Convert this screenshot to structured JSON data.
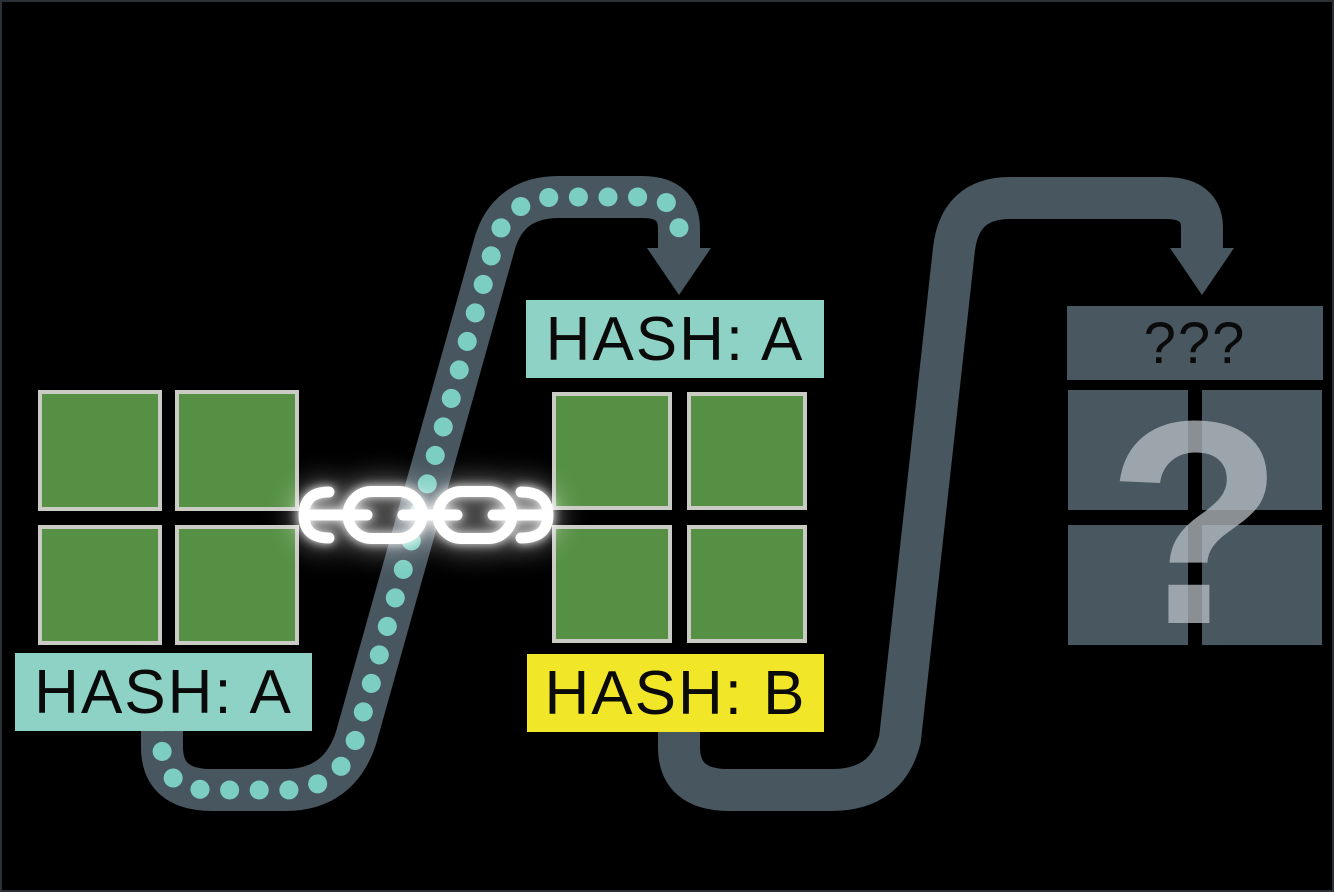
{
  "diagram": {
    "block_a": {
      "hash_label": "HASH: A"
    },
    "block_b": {
      "prev_hash_label": "HASH: A",
      "hash_label": "HASH: B"
    },
    "block_c": {
      "header_label": "???",
      "unknown_mark": "?"
    }
  },
  "colors": {
    "background": "#000000",
    "data_square_green": "#559044",
    "square_border_gray": "#cbcbc5",
    "hash_label_teal": "#8ed1c5",
    "hash_label_yellow": "#f2e628",
    "arrow_slate": "#47565f",
    "arrow_dot_teal": "#7bcec1",
    "unknown_block_slate": "#495760",
    "chain_white": "#ffffff",
    "question_mark_gray": "#b8bfc6",
    "label_text_black": "#0a0a0a"
  }
}
